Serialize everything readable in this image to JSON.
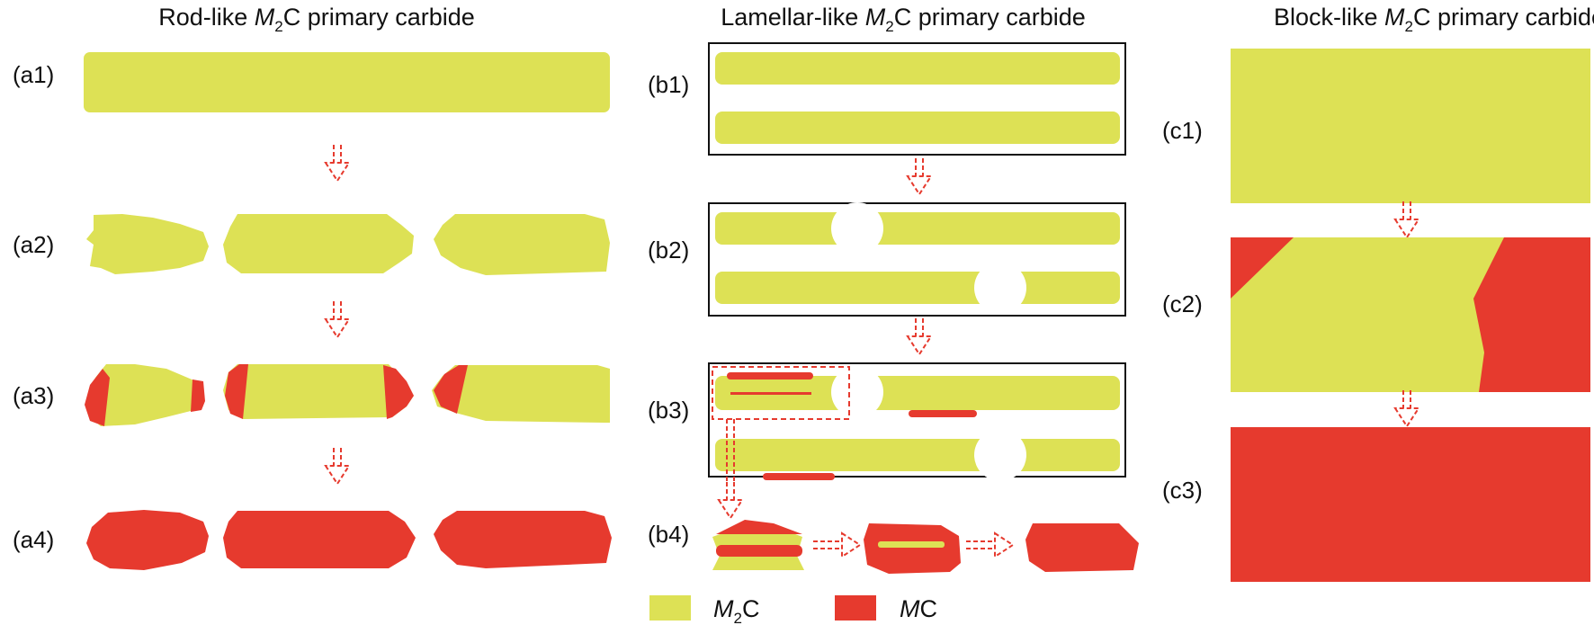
{
  "colors": {
    "m2c": "#dde155",
    "mc": "#e63a2e",
    "arrow": "#e63a2e",
    "frame": "#111111"
  },
  "titles": {
    "rod": {
      "pre": "Rod-like ",
      "metal": "M",
      "sub": "2",
      "post": "C primary carbide"
    },
    "lamellar": {
      "pre": "Lamellar-like ",
      "metal": "M",
      "sub": "2",
      "post": "C primary carbide"
    },
    "block": {
      "pre": "Block-like ",
      "metal": "M",
      "sub": "2",
      "post": "C primary carbide"
    }
  },
  "panel_labels": {
    "a1": "(a1)",
    "a2": "(a2)",
    "a3": "(a3)",
    "a4": "(a4)",
    "b1": "(b1)",
    "b2": "(b2)",
    "b3": "(b3)",
    "b4": "(b4)",
    "c1": "(c1)",
    "c2": "(c2)",
    "c3": "(c3)"
  },
  "legend": {
    "m2c": {
      "metal": "M",
      "sub": "2",
      "post": "C"
    },
    "mc": {
      "metal": "M",
      "post": "C"
    }
  }
}
